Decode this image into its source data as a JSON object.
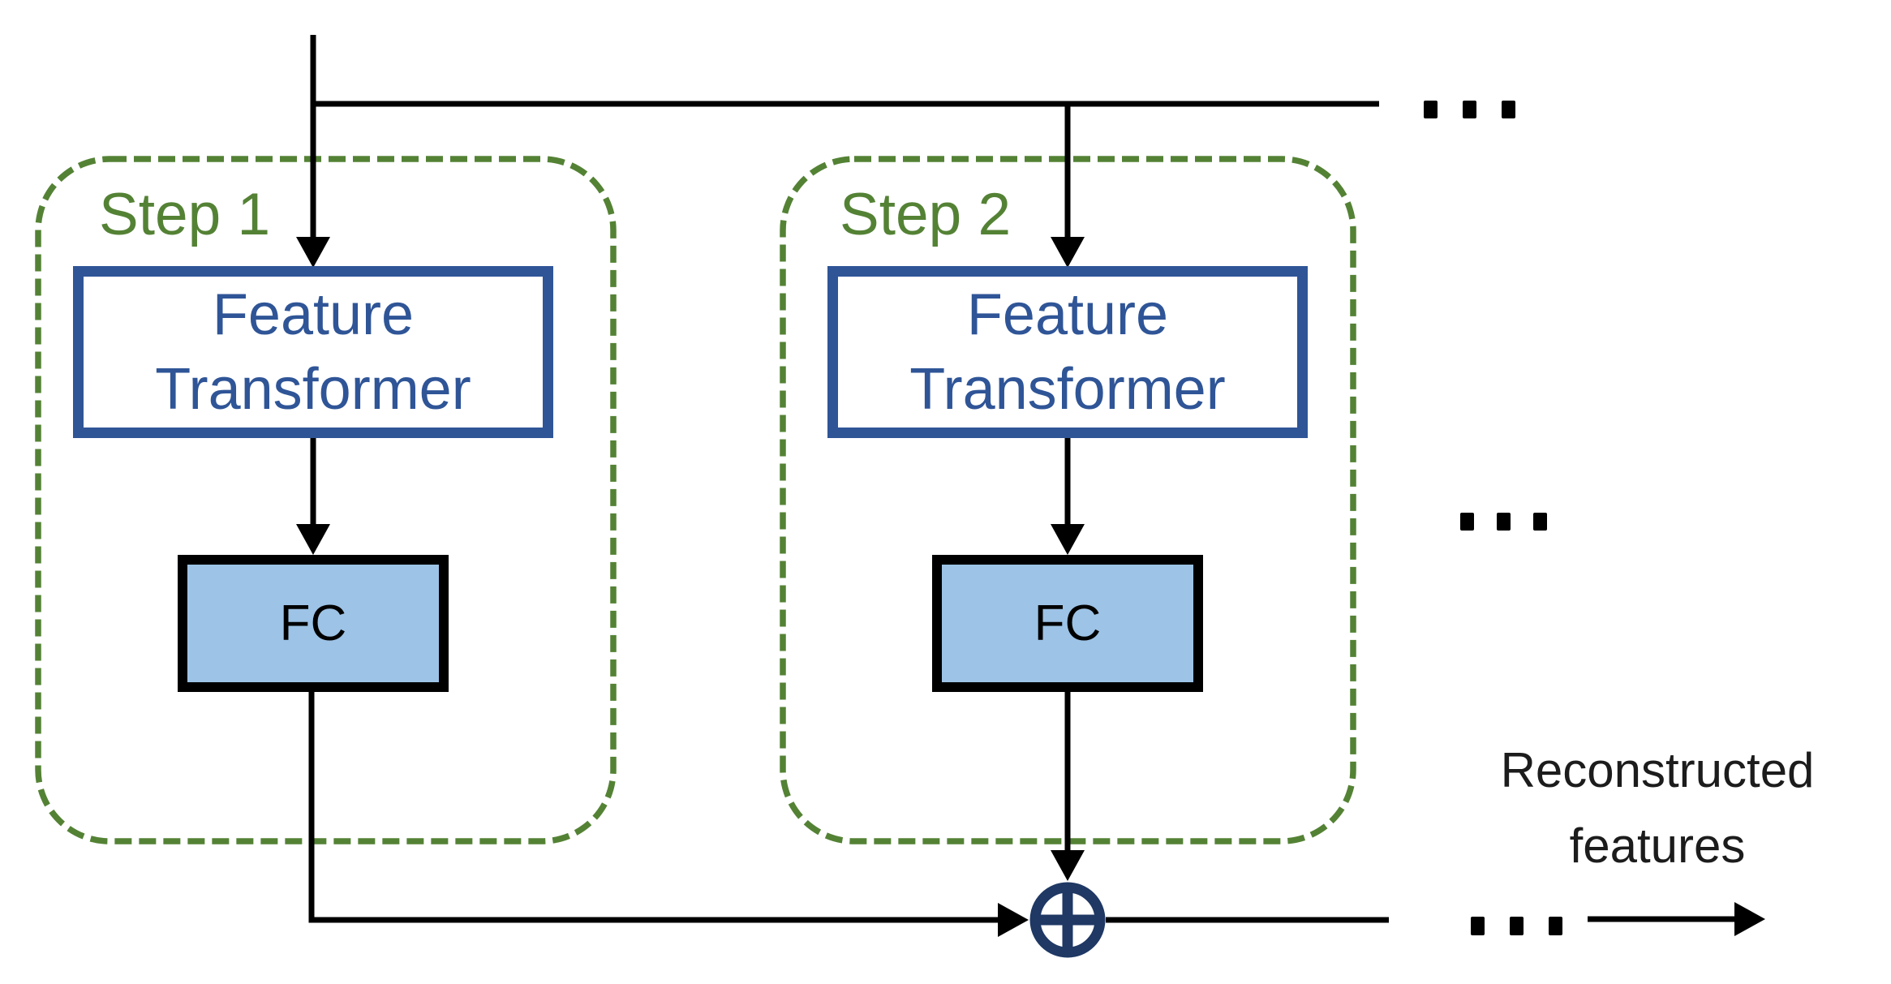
{
  "diagram": {
    "steps": [
      {
        "label": "Step 1",
        "feature_transformer": {
          "line1": "Feature",
          "line2": "Transformer"
        },
        "fc": "FC"
      },
      {
        "label": "Step 2",
        "feature_transformer": {
          "line1": "Feature",
          "line2": "Transformer"
        },
        "fc": "FC"
      }
    ],
    "output_label": {
      "line1": "Reconstructed",
      "line2": "features"
    },
    "icons": {
      "circled_plus": "⊕",
      "ellipsis_top": "...",
      "ellipsis_middle": "...",
      "ellipsis_bottom": "..."
    },
    "colors": {
      "step_outline_green": "#548235",
      "feature_transformer_blue": "#2f5597",
      "fc_fill_blue": "#9dc3e6",
      "fc_border_black": "#000000",
      "aggregation_navy": "#1f3864",
      "line_black": "#000000"
    }
  }
}
